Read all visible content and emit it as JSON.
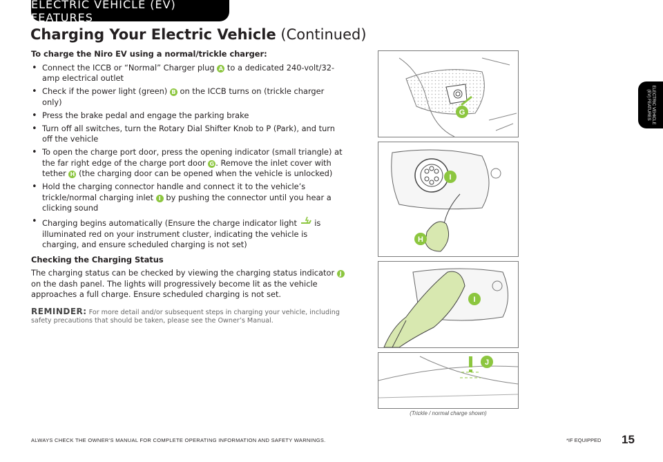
{
  "header": {
    "tab_label": "ELECTRIC VEHICLE (EV) FEATURES"
  },
  "side_tab": {
    "label": "ELECTRIC VEHICLE (EV) FEATURES"
  },
  "page_title": {
    "main": "Charging Your Electric Vehicle",
    "suffix": " (Continued)"
  },
  "section1": {
    "heading": "To charge the Niro EV using a normal/trickle charger:",
    "items": [
      {
        "pre": "Connect the ICCB or “Normal” Charger plug ",
        "badge": "A",
        "post": " to a dedicated 240-volt/32-amp electrical outlet"
      },
      {
        "pre": "Check if the power light (green) ",
        "badge": "B",
        "post": " on the ICCB turns on (trickle charger only)"
      },
      {
        "pre": "Press the brake pedal and engage the parking brake"
      },
      {
        "pre": "Turn off all switches, turn the Rotary Dial Shifter Knob to P (Park), and turn off the vehicle"
      },
      {
        "pre": "To open the charge port door, press the opening indicator (small triangle) at the far right edge of the charge port door ",
        "badge": "G",
        "mid": ". Remove the inlet cover with tether ",
        "badge2": "H",
        "post": " (the charging door can be opened when the vehicle is unlocked)"
      },
      {
        "pre": "Hold the charging connector handle and connect it to the vehicle’s trickle/normal charging inlet ",
        "badge": "I",
        "post": " by pushing the connector until you hear a clicking sound"
      },
      {
        "pre": "Charging begins automatically (Ensure the charge indicator light ",
        "post": " is illuminated red on your instrument cluster, indicating the vehicle is charging, and ensure scheduled charging is not set)"
      }
    ]
  },
  "section2": {
    "heading": "Checking the Charging Status",
    "pre": "The charging status can be checked by viewing the charging status indicator ",
    "badge": "J",
    "post": " on the dash panel. The lights will progressively become lit as the vehicle approaches a full charge. Ensure scheduled charging is not set."
  },
  "reminder": {
    "label": "REMINDER:",
    "text": " For more detail and/or subsequent steps in charging your vehicle, including safety precautions that should be taken, please see the Owner’s Manual."
  },
  "images": {
    "callouts": {
      "g": "G",
      "i1": "I",
      "h": "H",
      "i2": "I",
      "j": "J"
    },
    "caption": "(Trickle / normal charge shown)"
  },
  "footer": {
    "left": "ALWAYS CHECK THE OWNER’S MANUAL FOR COMPLETE OPERATING INFORMATION AND SAFETY WARNINGS.",
    "right": "*IF EQUIPPED",
    "page": "15"
  },
  "colors": {
    "accent_green": "#8cc63f",
    "plug_green": "#d8e8b0",
    "tab_black": "#000000"
  }
}
